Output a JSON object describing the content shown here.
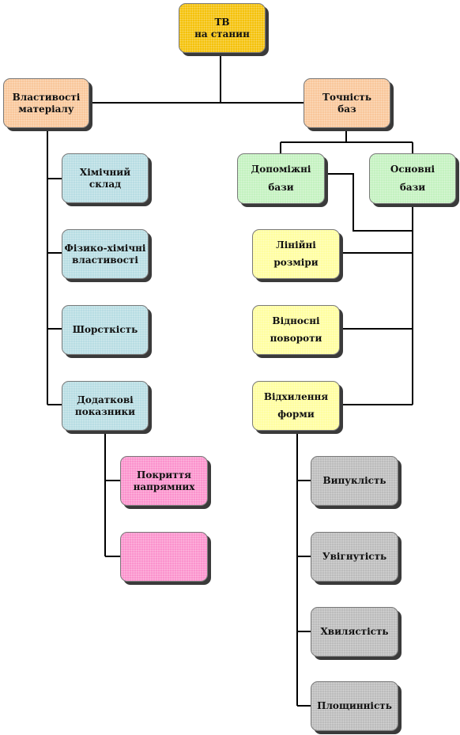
{
  "colors": {
    "gold": "#f5c20a",
    "peach": "#f9c79b",
    "blue": "#b8dde3",
    "green": "#c4f2c0",
    "yellow": "#fffea0",
    "pink": "#fb93cd",
    "gray": "#bcbcbc",
    "line": "#000000"
  },
  "nodes": {
    "root": {
      "line1": "ТВ",
      "line2": "на станин"
    },
    "material": {
      "line1": "Властивості",
      "line2": "матеріалу"
    },
    "accuracy": {
      "line1": "Точність",
      "line2": "баз"
    },
    "chemical": {
      "line1": "Хімічний",
      "line2": "склад"
    },
    "physchem": {
      "line1": "Фізико-хімічні",
      "line2": "властивості"
    },
    "roughness": {
      "line1": "Шорсткість"
    },
    "additional": {
      "line1": "Додаткові",
      "line2": "показники"
    },
    "coating": {
      "line1": "Покриття",
      "line2": "напрямних"
    },
    "auxiliary": {
      "line1": "Допоміжні",
      "line2": "бази"
    },
    "main": {
      "line1": "Основні",
      "line2": "бази"
    },
    "linear": {
      "line1": "Лінійні",
      "line2": "розміри"
    },
    "rotations": {
      "line1": "Відносні",
      "line2": "повороти"
    },
    "form": {
      "line1": "Відхилення",
      "line2": "форми"
    },
    "convexity": {
      "line1": "Випуклість"
    },
    "concavity": {
      "line1": "Увігнутість"
    },
    "waviness": {
      "line1": "Хвилястість"
    },
    "flatness": {
      "line1": "Площинність"
    }
  }
}
